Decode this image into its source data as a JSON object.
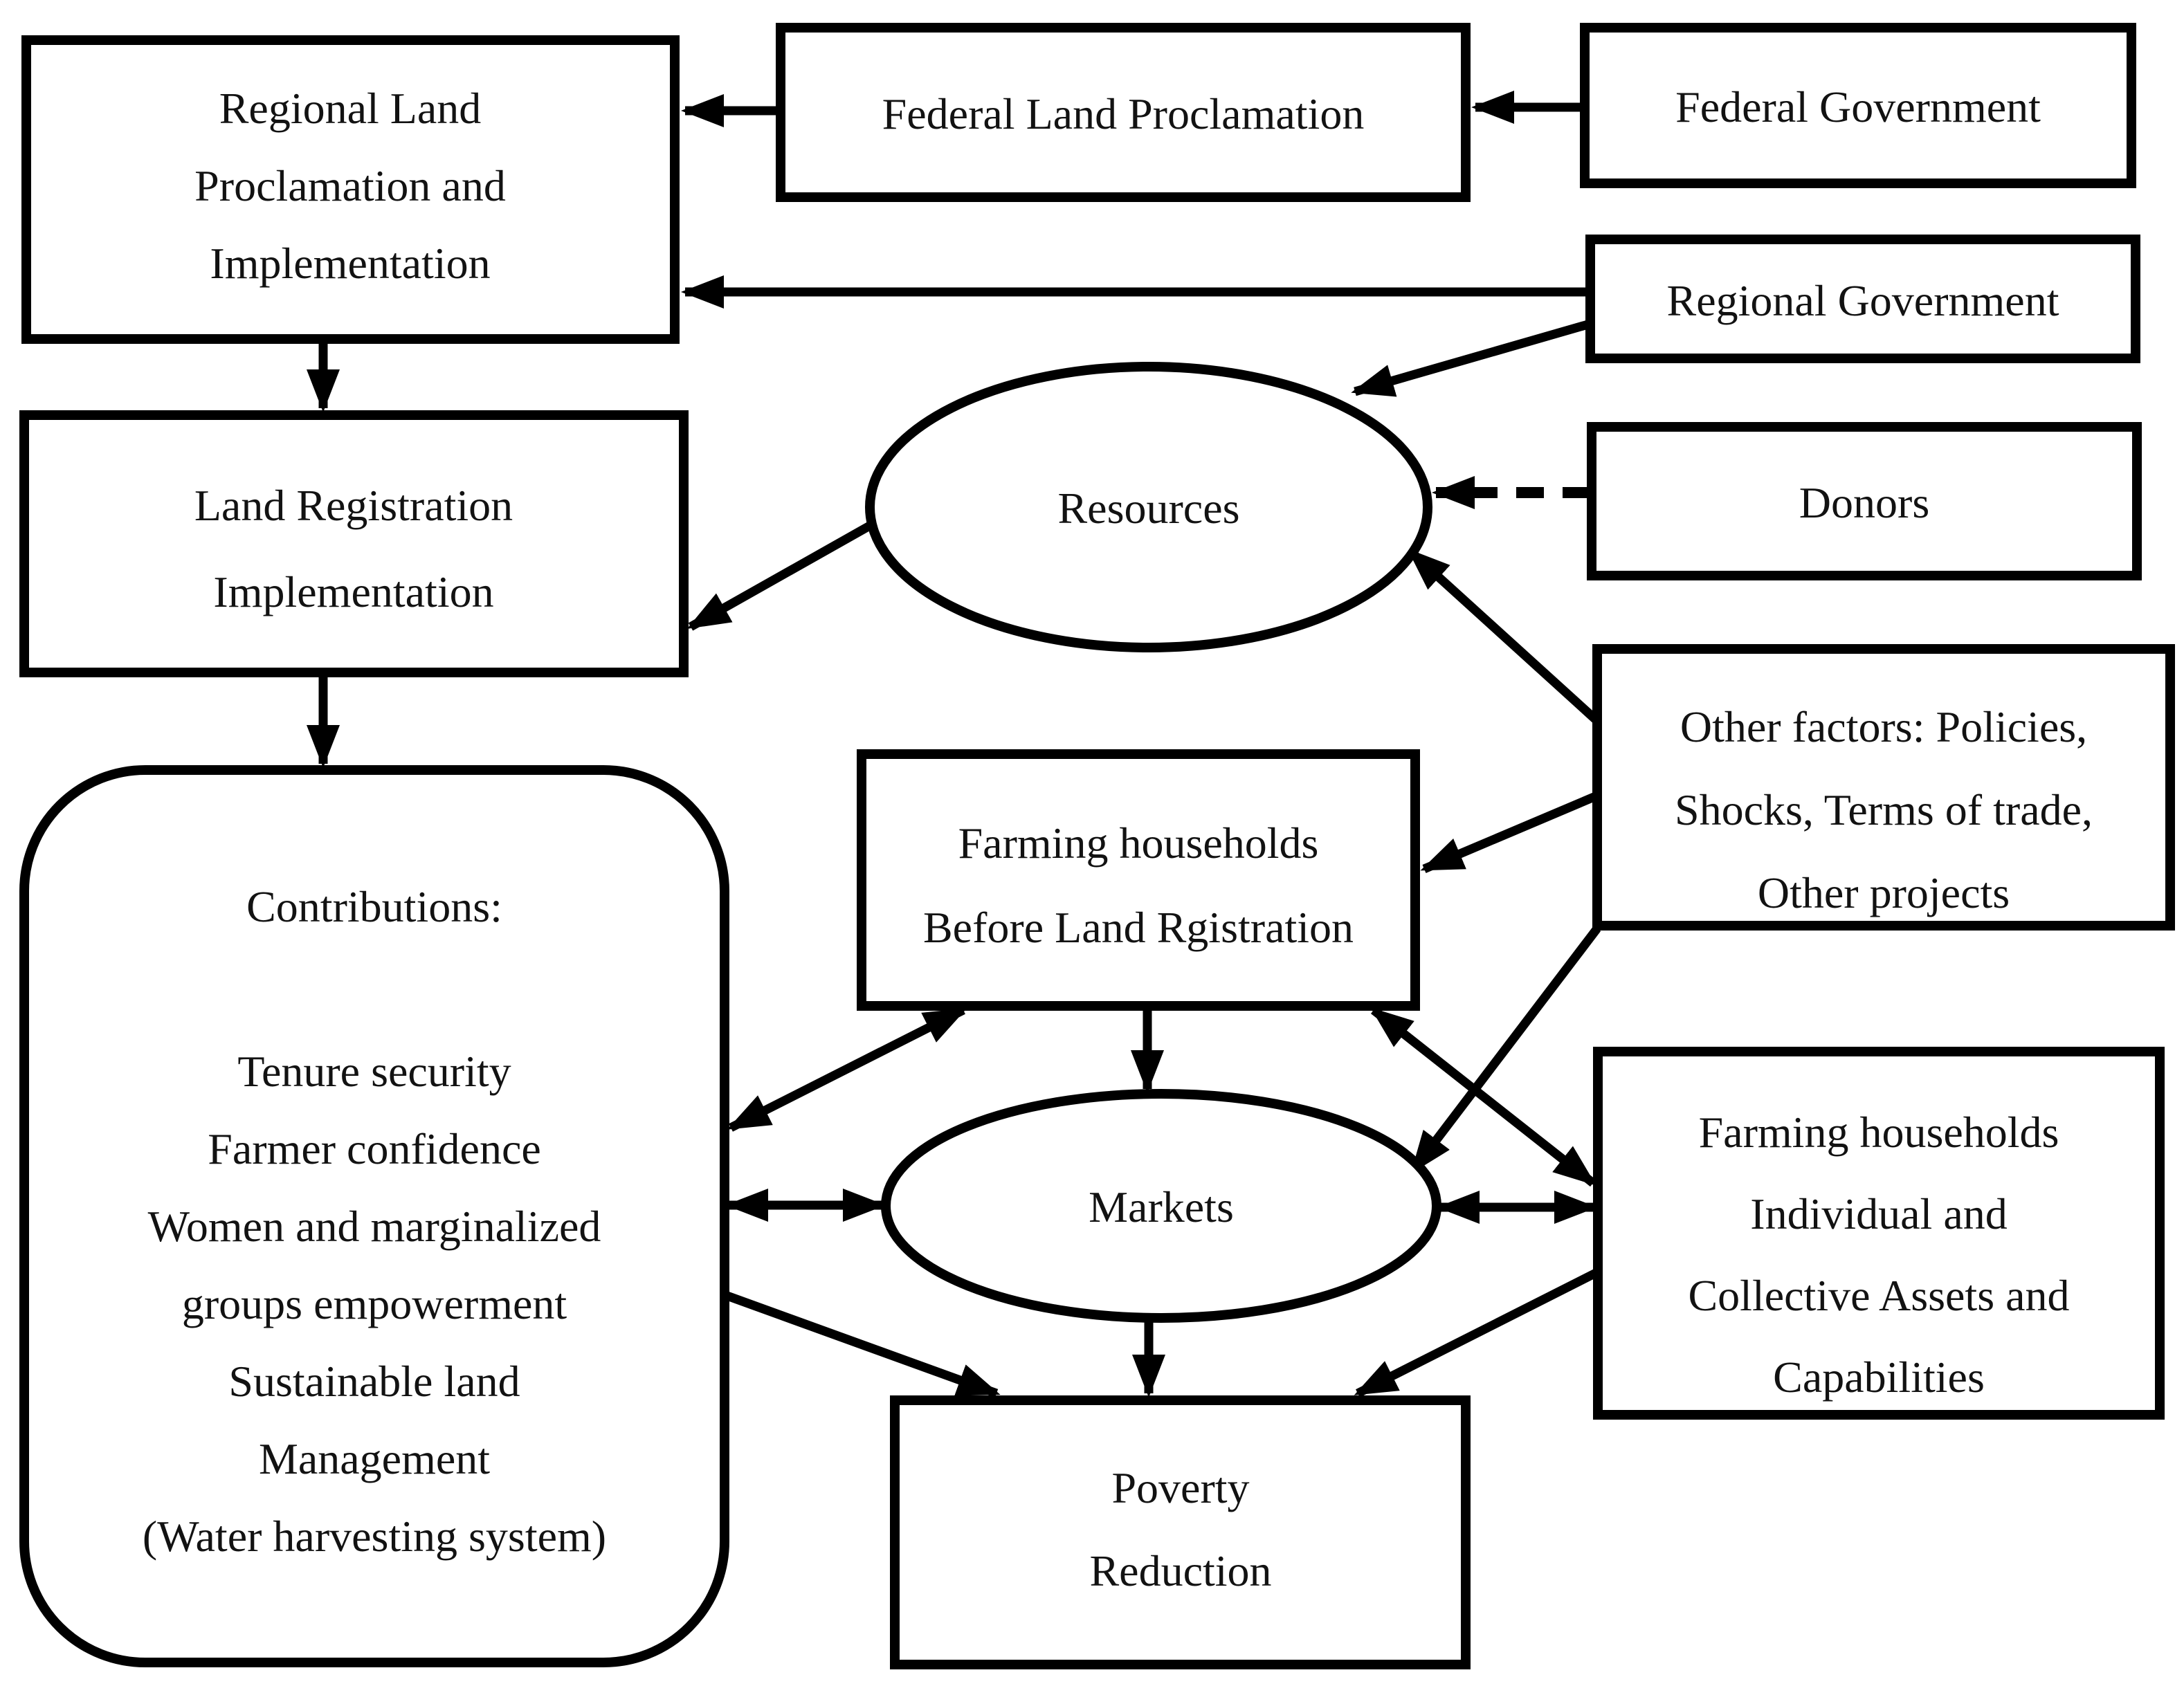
{
  "figure": {
    "background_color": "#ffffff",
    "stroke_color": "#000000",
    "text_color": "#121212",
    "nodes": {
      "regional_land_proclamation": {
        "shape": "rectangle",
        "lines": [
          "Regional Land",
          "Proclamation and",
          "Implementation"
        ]
      },
      "federal_land_proclamation": {
        "shape": "rectangle",
        "lines": [
          "Federal Land Proclamation"
        ]
      },
      "federal_government": {
        "shape": "rectangle",
        "lines": [
          "Federal Government"
        ]
      },
      "regional_government": {
        "shape": "rectangle",
        "lines": [
          "Regional Government"
        ]
      },
      "resources": {
        "shape": "ellipse",
        "lines": [
          "Resources"
        ]
      },
      "donors": {
        "shape": "rectangle",
        "lines": [
          "Donors"
        ]
      },
      "land_registration": {
        "shape": "rectangle",
        "lines": [
          "Land Registration",
          "Implementation"
        ]
      },
      "other_factors": {
        "shape": "rectangle",
        "lines": [
          "Other factors: Policies,",
          "Shocks, Terms of trade,",
          "Other projects"
        ]
      },
      "households_before": {
        "shape": "rectangle",
        "lines": [
          "Farming households",
          "Before Land Rgistration"
        ]
      },
      "contributions": {
        "shape": "rounded-rectangle",
        "title": "Contributions:",
        "lines": [
          "Tenure security",
          "Farmer confidence",
          "Women and marginalized",
          "groups empowerment",
          "Sustainable land",
          "Management",
          "(Water harvesting system)"
        ]
      },
      "markets": {
        "shape": "ellipse",
        "lines": [
          "Markets"
        ]
      },
      "households_individual": {
        "shape": "rectangle",
        "lines": [
          "Farming households",
          "Individual and",
          "Collective Assets and",
          "Capabilities"
        ]
      },
      "poverty_reduction": {
        "shape": "rectangle",
        "lines": [
          "Poverty",
          "Reduction"
        ]
      }
    }
  }
}
